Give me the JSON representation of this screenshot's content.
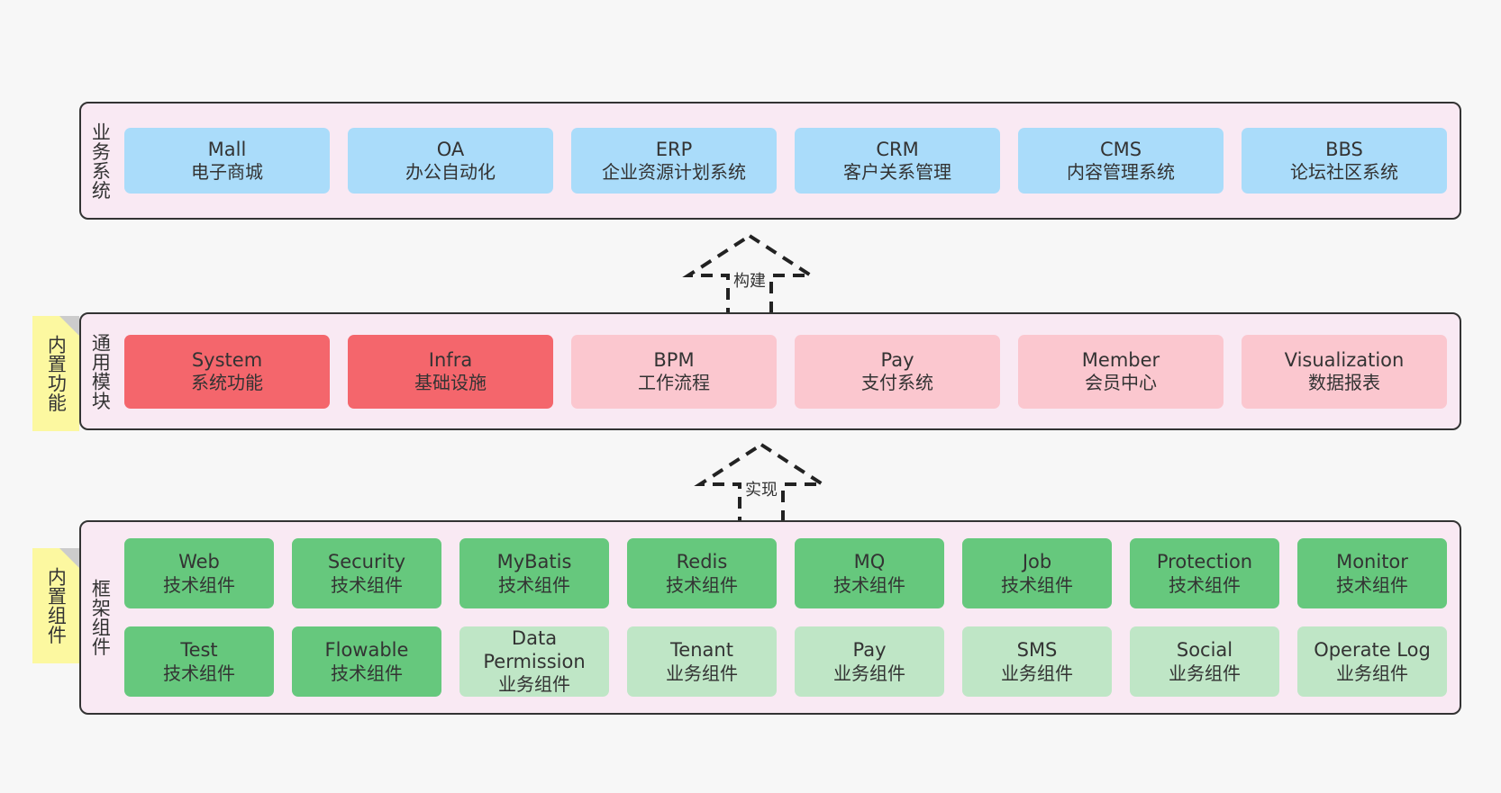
{
  "diagram": {
    "title_hidden": "",
    "layers": [
      {
        "id": "business",
        "title": "业务系统",
        "rows": [
          {
            "cards": [
              {
                "en": "Mall",
                "cn": "电子商城",
                "color": "#aadcfa"
              },
              {
                "en": "OA",
                "cn": "办公自动化",
                "color": "#aadcfa"
              },
              {
                "en": "ERP",
                "cn": "企业资源计划系统",
                "color": "#aadcfa"
              },
              {
                "en": "CRM",
                "cn": "客户关系管理",
                "color": "#aadcfa"
              },
              {
                "en": "CMS",
                "cn": "内容管理系统",
                "color": "#aadcfa"
              },
              {
                "en": "BBS",
                "cn": "论坛社区系统",
                "color": "#aadcfa"
              }
            ]
          }
        ]
      },
      {
        "id": "common",
        "title": "通用模块",
        "rows": [
          {
            "cards": [
              {
                "en": "System",
                "cn": "系统功能",
                "color": "#f4666c"
              },
              {
                "en": "Infra",
                "cn": "基础设施",
                "color": "#f4666c"
              },
              {
                "en": "BPM",
                "cn": "工作流程",
                "color": "#fbc7cf"
              },
              {
                "en": "Pay",
                "cn": "支付系统",
                "color": "#fbc7cf"
              },
              {
                "en": "Member",
                "cn": "会员中心",
                "color": "#fbc7cf"
              },
              {
                "en": "Visualization",
                "cn": "数据报表",
                "color": "#fbc7cf"
              }
            ]
          }
        ]
      },
      {
        "id": "frame",
        "title": "框架组件",
        "rows": [
          {
            "cards": [
              {
                "en": "Web",
                "cn": "技术组件",
                "color": "#66c87d"
              },
              {
                "en": "Security",
                "cn": "技术组件",
                "color": "#66c87d"
              },
              {
                "en": "MyBatis",
                "cn": "技术组件",
                "color": "#66c87d"
              },
              {
                "en": "Redis",
                "cn": "技术组件",
                "color": "#66c87d"
              },
              {
                "en": "MQ",
                "cn": "技术组件",
                "color": "#66c87d"
              },
              {
                "en": "Job",
                "cn": "技术组件",
                "color": "#66c87d"
              },
              {
                "en": "Protection",
                "cn": "技术组件",
                "color": "#66c87d"
              },
              {
                "en": "Monitor",
                "cn": "技术组件",
                "color": "#66c87d"
              }
            ]
          },
          {
            "cards": [
              {
                "en": "Test",
                "cn": "技术组件",
                "color": "#66c87d"
              },
              {
                "en": "Flowable",
                "cn": "技术组件",
                "color": "#66c87d"
              },
              {
                "en": "Data Permission",
                "cn": "业务组件",
                "color": "#bfe6c6"
              },
              {
                "en": "Tenant",
                "cn": "业务组件",
                "color": "#bfe6c6"
              },
              {
                "en": "Pay",
                "cn": "业务组件",
                "color": "#bfe6c6"
              },
              {
                "en": "SMS",
                "cn": "业务组件",
                "color": "#bfe6c6"
              },
              {
                "en": "Social",
                "cn": "业务组件",
                "color": "#bfe6c6"
              },
              {
                "en": "Operate Log",
                "cn": "业务组件",
                "color": "#bfe6c6"
              }
            ]
          }
        ]
      }
    ],
    "notes": [
      {
        "id": "functions",
        "text": "内置功能"
      },
      {
        "id": "components",
        "text": "内置组件"
      }
    ],
    "connectors": [
      {
        "id": "build",
        "label": "构建"
      },
      {
        "id": "impl",
        "label": "实现"
      }
    ],
    "colors": {
      "background": "#f7f7f7",
      "layer_fill": "#f9e9f3",
      "layer_border": "#333333",
      "note_fill": "#fcf8a0",
      "note_fold": "#cccccc",
      "business_card": "#aadcfa",
      "common_primary_card": "#f4666c",
      "common_secondary_card": "#fbc7cf",
      "tech_component_card": "#66c87d",
      "business_component_card": "#bfe6c6",
      "text": "#333333"
    }
  }
}
